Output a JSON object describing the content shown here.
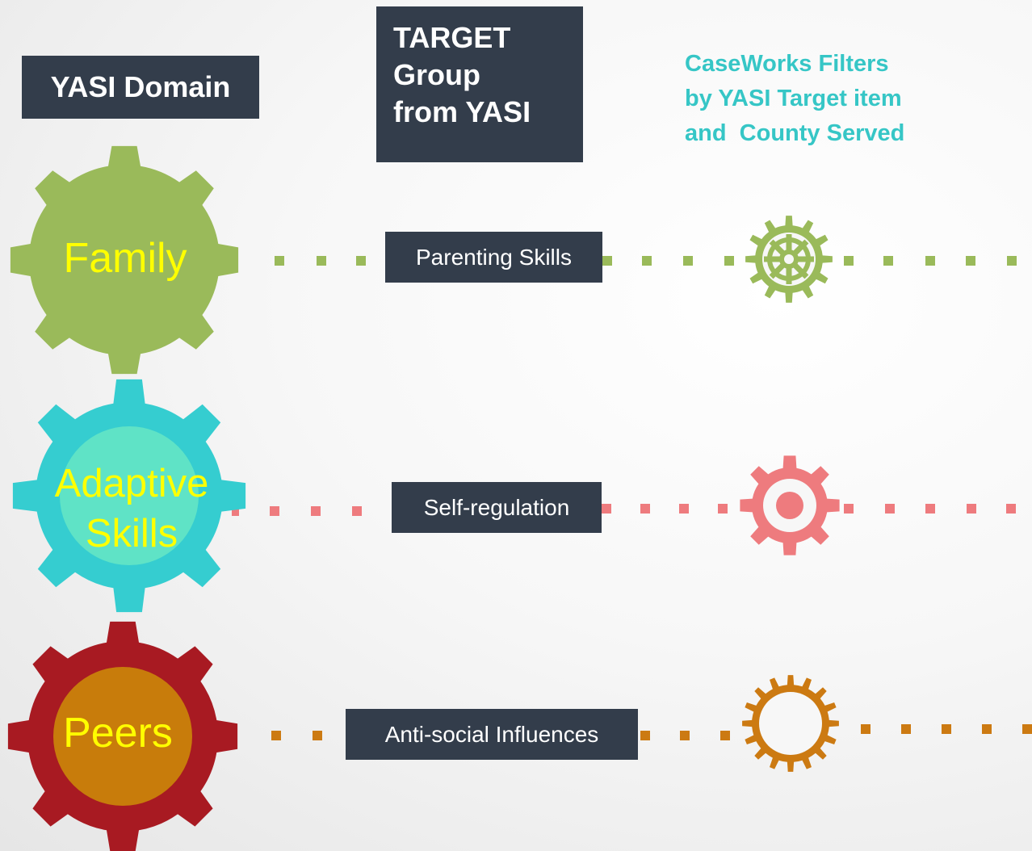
{
  "headers": {
    "domain": "YASI Domain",
    "target_lines": [
      "TARGET",
      "Group",
      "from YASI"
    ],
    "caseworks_lines": [
      "CaseWorks Filters",
      "by YASI Target item",
      "and  County Served"
    ]
  },
  "rows": [
    {
      "domain_label_lines": [
        "Family"
      ],
      "target": "Parenting Skills",
      "color": "#9aba5a",
      "gear_inner_color": "#9aba5a",
      "small_gear_style": "outline-spoked"
    },
    {
      "domain_label_lines": [
        "Adaptive",
        "Skills"
      ],
      "target": "Self-regulation",
      "color": "#ee7b7e",
      "big_gear_color": "#35cdd0",
      "gear_inner_color": "#5fe3c6",
      "small_gear_style": "target-dot"
    },
    {
      "domain_label_lines": [
        "Peers"
      ],
      "target": "Anti-social Influences",
      "color": "#cc7a12",
      "big_gear_color": "#a81a22",
      "gear_inner_color": "#c87c0b",
      "small_gear_style": "hollow-ring"
    }
  ],
  "label_color": "#ffff00",
  "header_box_color": "#333d4b",
  "caseworks_color": "#36c6c6"
}
